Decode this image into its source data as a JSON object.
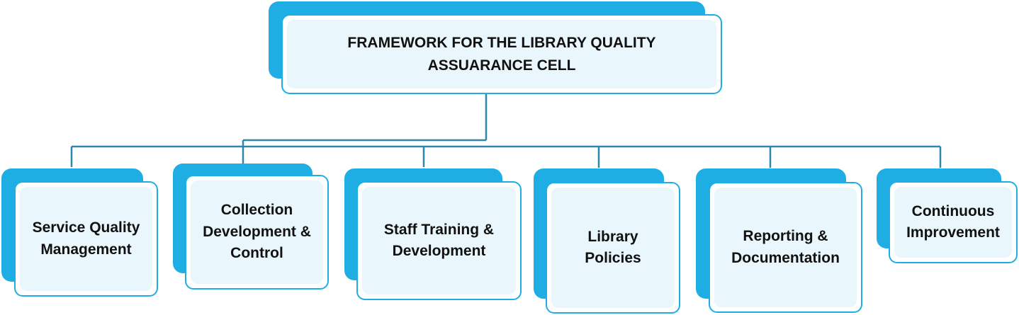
{
  "diagram": {
    "root": {
      "label": "FRAMEWORK FOR THE LIBRARY QUALITY\nASSUARANCE CELL"
    },
    "children": [
      {
        "id": "service-quality",
        "label": "Service Quality\nManagement"
      },
      {
        "id": "collection-development",
        "label": "Collection\nDevelopment &\nControl"
      },
      {
        "id": "staff-training",
        "label": "Staff Training &\nDevelopment"
      },
      {
        "id": "library-policies",
        "label": "Library\nPolicies"
      },
      {
        "id": "reporting-documentation",
        "label": "Reporting &\nDocumentation"
      },
      {
        "id": "continuous-improvement",
        "label": "Continuous\nImprovement"
      }
    ]
  },
  "colors": {
    "accent": "#1faee3",
    "box_fill": "#e9f6fc",
    "connector": "#2e86a8",
    "text": "#111111"
  }
}
